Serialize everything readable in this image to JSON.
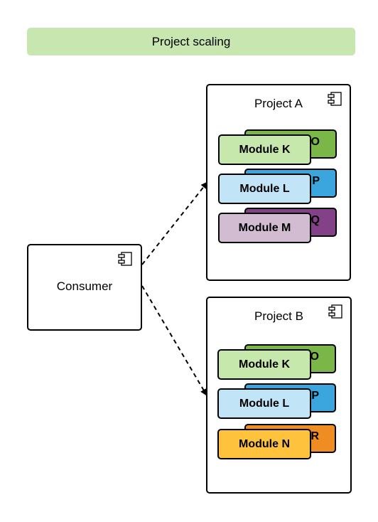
{
  "title": "Project scaling",
  "consumer": {
    "label": "Consumer",
    "icon": "component-icon"
  },
  "projects": [
    {
      "label": "Project A",
      "icon": "component-icon",
      "back_modules": [
        {
          "label": "O",
          "color": "#7ab648"
        },
        {
          "label": "P",
          "color": "#3aa6dd"
        },
        {
          "label": "Q",
          "color": "#834187"
        }
      ],
      "front_modules": [
        {
          "label": "Module K",
          "color": "#c7e8ac"
        },
        {
          "label": "Module L",
          "color": "#c1e4f7"
        },
        {
          "label": "Module M",
          "color": "#d1bcd2"
        }
      ]
    },
    {
      "label": "Project B",
      "icon": "component-icon",
      "back_modules": [
        {
          "label": "O",
          "color": "#7ab648"
        },
        {
          "label": "P",
          "color": "#3aa6dd"
        },
        {
          "label": "R",
          "color": "#ef8d22"
        }
      ],
      "front_modules": [
        {
          "label": "Module K",
          "color": "#c7e8ac"
        },
        {
          "label": "Module L",
          "color": "#c1e4f7"
        },
        {
          "label": "Module N",
          "color": "#ffc23d"
        }
      ]
    }
  ]
}
